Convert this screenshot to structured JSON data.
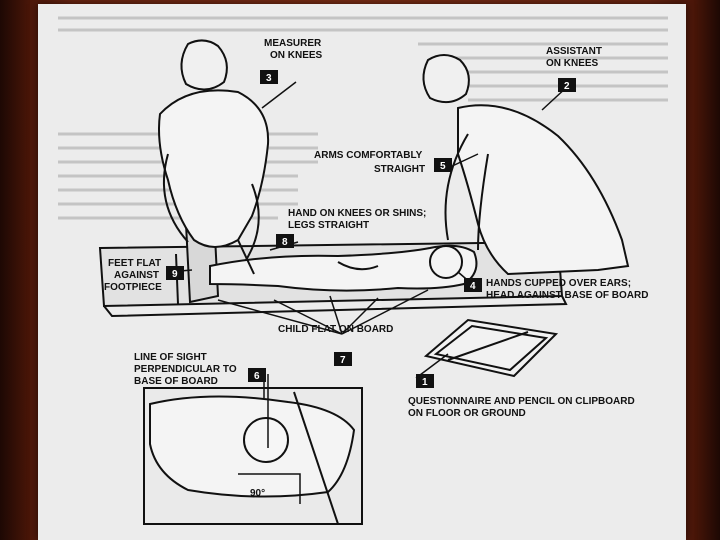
{
  "labels": {
    "measurer": [
      "MEASURER",
      "ON KNEES"
    ],
    "assistant": [
      "ASSISTANT",
      "ON KNEES"
    ],
    "arms": [
      "ARMS COMFORTABLY",
      "STRAIGHT"
    ],
    "hand_on_knees": [
      "HAND ON KNEES OR SHINS;",
      "LEGS STRAIGHT"
    ],
    "feet_flat": [
      "FEET FLAT",
      "AGAINST",
      "FOOTPIECE"
    ],
    "hands_cupped": [
      "HANDS CUPPED OVER EARS;",
      "HEAD AGAINST BASE OF BOARD"
    ],
    "child_flat": "CHILD FLAT ON BOARD",
    "line_of_sight": [
      "LINE OF SIGHT",
      "PERPENDICULAR TO",
      "BASE OF BOARD"
    ],
    "questionnaire": [
      "QUESTIONNAIRE AND PENCIL ON CLIPBOARD",
      "ON FLOOR OR GROUND"
    ],
    "angle": "90°"
  },
  "badges": {
    "measurer": "3",
    "assistant": "2",
    "arms": "5",
    "hand_on_knees": "8",
    "feet_flat": "9",
    "hands_cupped": "4",
    "child_flat": "7",
    "line_of_sight": "6",
    "questionnaire": "1"
  },
  "colors": {
    "background": "#6a2410",
    "sheet": "#ececec",
    "ink": "#111111"
  }
}
